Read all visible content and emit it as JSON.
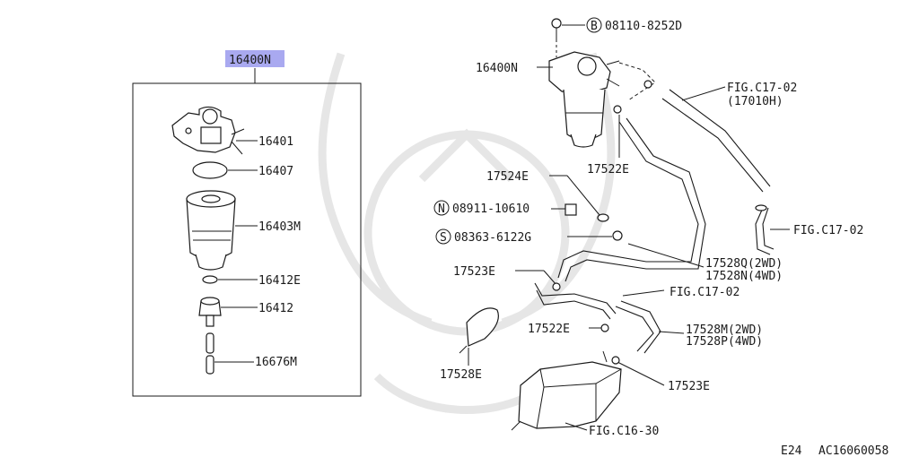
{
  "highlight_color": "#a9a9f0",
  "footer": {
    "section": "E24",
    "code": "AC16060058"
  },
  "left_panel": {
    "title": "16400N",
    "parts": [
      "16401",
      "16407",
      "16403M",
      "16412E",
      "16412",
      "16676M"
    ]
  },
  "right_panel": {
    "bolt_circle": "B",
    "bolt_ref": "08110-8252D",
    "assembly": "16400N",
    "fig_top": "FIG.C17-02",
    "fig_top_sub": "(17010H)",
    "clamp_a": "17524E",
    "clamp_b": "17522E",
    "nut_circle": "N",
    "nut_ref": "08911-10610",
    "screw_circle": "S",
    "screw_ref": "08363-6122G",
    "fig_right": "FIG.C17-02",
    "hose_q": "17528Q(2WD)",
    "hose_n": "17528N(4WD)",
    "clamp_c": "17523E",
    "fig_mid": "FIG.C17-02",
    "clamp_d": "17522E",
    "hose_m": "17528M(2WD)",
    "hose_p": "17528P(4WD)",
    "tie": "17528E",
    "clamp_e": "17523E",
    "fig_bottom": "FIG.C16-30"
  }
}
